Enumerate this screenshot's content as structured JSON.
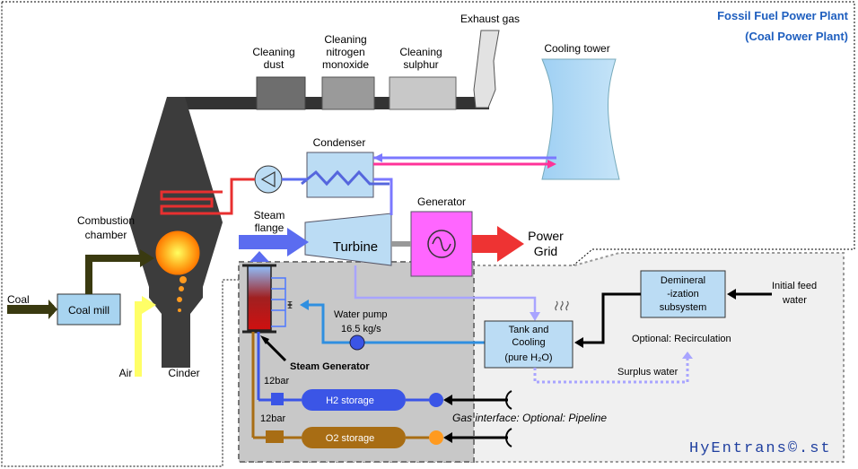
{
  "title": {
    "line1": "Fossil Fuel Power Plant",
    "line2": "(Coal Power Plant)"
  },
  "brand": "HyEntrans©.st",
  "labels": {
    "exhaust_gas": "Exhaust gas",
    "cleaning_dust": [
      "Cleaning",
      "dust"
    ],
    "cleaning_nox": [
      "Cleaning",
      "nitrogen",
      "monoxide"
    ],
    "cleaning_sulphur": [
      "Cleaning",
      "sulphur"
    ],
    "cooling_tower": "Cooling tower",
    "condenser": "Condenser",
    "generator": "Generator",
    "turbine": "Turbine",
    "power_grid": [
      "Power",
      "Grid"
    ],
    "steam_flange": [
      "Steam",
      "flange"
    ],
    "combustion_chamber": [
      "Combustion",
      "chamber"
    ],
    "coal": "Coal",
    "coal_mill": "Coal mill",
    "air": "Air",
    "cinder": "Cinder",
    "water_pump": [
      "Water pump",
      "16.5 kg/s"
    ],
    "steam_generator": "Steam Generator",
    "tank": [
      "Tank and",
      "Cooling",
      "(pure H₂O)"
    ],
    "demineralization": [
      "Demineral­",
      "-ization",
      "subsystem"
    ],
    "initial_feed": [
      "Initial feed",
      "water"
    ],
    "optional_recirculation": "Optional: Recirculation",
    "surplus_water": "Surplus water",
    "pressure_h2": "12bar",
    "pressure_o2": "12bar",
    "h2_storage": "H2 storage",
    "o2_storage": "O2 storage",
    "gas_interface": "Gas interface: Optional: Pipeline"
  },
  "colors": {
    "title_blue": "#1f5fbf",
    "dark_pipe": "#333333",
    "steam_blue": "#5b6cf0",
    "red_pipe": "#e83030",
    "pink_pipe": "#ff3399",
    "cooling_blue": "#a8d4f0",
    "generator_magenta": "#ff66ff",
    "h2_blue": "#3b55e6",
    "o2_brown": "#a86d14",
    "pump_orange": "#ff9a1f",
    "coal_olive": "#3a3a10",
    "air_yellow": "#ffff66",
    "feed_blue": "#2f8fe0"
  }
}
